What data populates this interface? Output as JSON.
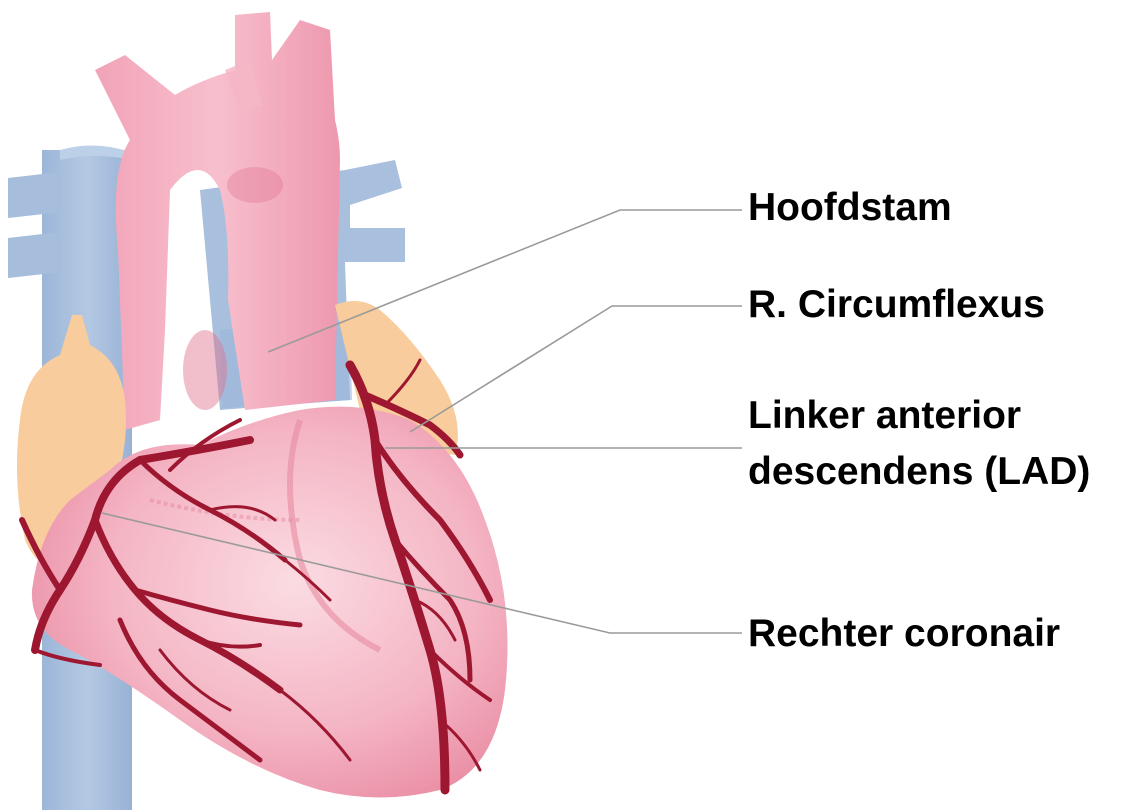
{
  "labels": {
    "hoofdstam": "Hoofdstam",
    "circumflexus": "R. Circumflexus",
    "lad_line1": "Linker anterior",
    "lad_line2": "descendens (LAD)",
    "rechter_coronair": "Rechter coronair"
  },
  "colors": {
    "vein_blue": "#a6bedc",
    "aorta_pink": "#ef9db3",
    "heart_pink": "#f5b9c6",
    "atrium_peach": "#f8cc9c",
    "artery_red": "#9e1730",
    "leader_line": "#9a9a9a"
  }
}
